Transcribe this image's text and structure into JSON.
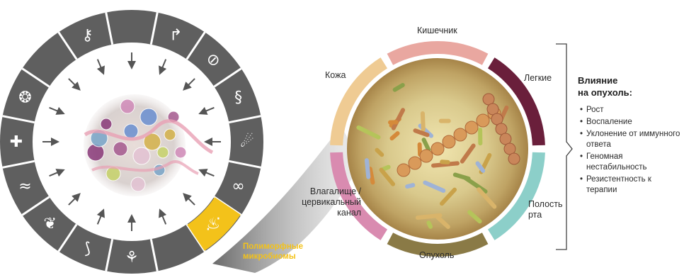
{
  "hallmarks": {
    "caption_line1": "Полиморфные",
    "caption_line2": "микробиомы",
    "highlight_color": "#f3c21a",
    "ring_color": "#5f5f5f",
    "icons": [
      "arrow-turn-icon",
      "prohibited-icon",
      "dna-coil-icon",
      "chromosome-break-icon",
      "infinity-icon",
      "flame-icon",
      "bacteria-icon",
      "cell-division-icon",
      "branch-icon",
      "leaf-icon",
      "dna-strand-icon",
      "cross-icon",
      "atom-icon",
      "key-icon"
    ]
  },
  "microbiome": {
    "segments": [
      {
        "label": "Кишечник",
        "color": "#e9a7a0"
      },
      {
        "label": "Легкие",
        "color": "#6a1f3b"
      },
      {
        "label": "Полость рта",
        "color": "#8ccfc9"
      },
      {
        "label": "Опухоль",
        "color": "#8a7a46"
      },
      {
        "label": "Влагалище / цервикальный канал",
        "color": "#d98bb0"
      },
      {
        "label": "Кожа",
        "color": "#efcb93"
      }
    ]
  },
  "impact": {
    "title_line1": "Влияние",
    "title_line2": "на опухоль:",
    "items": [
      "Рост",
      "Воспаление",
      "Уклонение от иммунного ответа",
      "Геномная нестабильность",
      "Резистентность к терапии"
    ]
  }
}
